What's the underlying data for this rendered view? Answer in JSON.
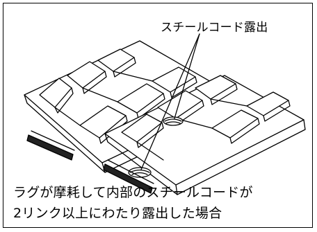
{
  "callout": {
    "label": "スチールコード露出"
  },
  "caption": {
    "line1": "ラグが摩耗して内部のスチールコードが",
    "line2": "2リンク以上にわたり露出した場合"
  },
  "colors": {
    "line": "#000000",
    "background": "#ffffff"
  }
}
